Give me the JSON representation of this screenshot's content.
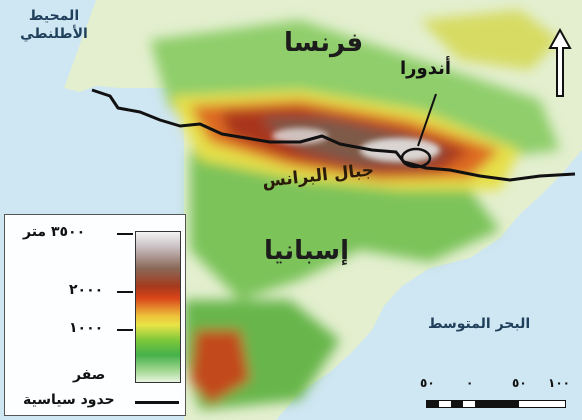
{
  "labels": {
    "atlantic": [
      "المحيط",
      "الأطلنطي"
    ],
    "france": "فرنسا",
    "andorra": "أندورا",
    "pyrenees": "جبال البرانس",
    "spain": "إسبانيا",
    "mediterranean": "البحر المتوسط"
  },
  "legend": {
    "elevations": [
      "٣٥٠٠ متر",
      "٢٠٠٠",
      "١٠٠٠",
      "صفر"
    ],
    "border": "حدود سياسية"
  },
  "scale": {
    "ticks": [
      "٥٠",
      "٠",
      "٥٠",
      "١٠٠"
    ]
  },
  "colors": {
    "sea": "#cfe6f3",
    "lowland": "#e7f4df",
    "green": "#45b14a",
    "yellow": "#e8e347",
    "orange": "#d8441a",
    "red": "#a43a1c",
    "brown": "#8a6a5a",
    "peak": "#f3f3f3",
    "border": "#111111"
  },
  "icons": [
    "north-arrow-icon"
  ]
}
